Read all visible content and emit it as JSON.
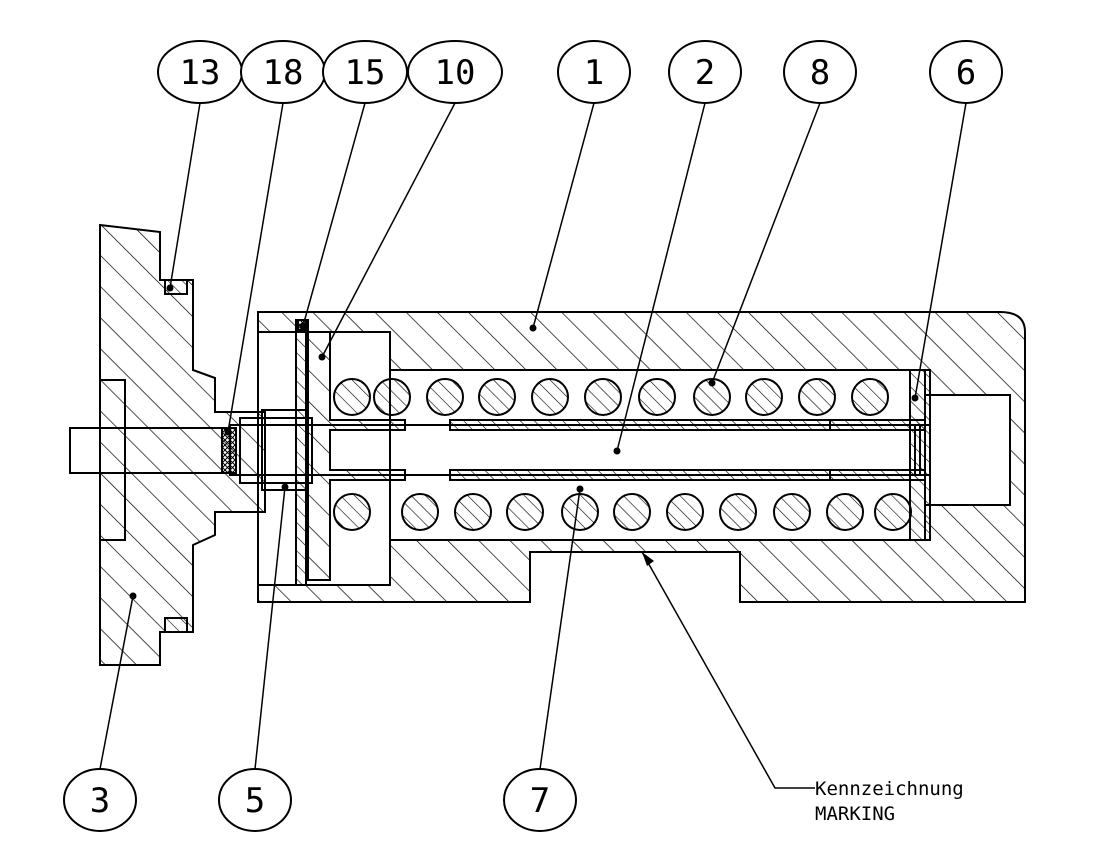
{
  "balloons": [
    {
      "id": "b13",
      "label": "13"
    },
    {
      "id": "b18",
      "label": "18"
    },
    {
      "id": "b15",
      "label": "15"
    },
    {
      "id": "b10",
      "label": "10"
    },
    {
      "id": "b1",
      "label": "1"
    },
    {
      "id": "b2",
      "label": "2"
    },
    {
      "id": "b8",
      "label": "8"
    },
    {
      "id": "b6",
      "label": "6"
    },
    {
      "id": "b3",
      "label": "3"
    },
    {
      "id": "b5",
      "label": "5"
    },
    {
      "id": "b7",
      "label": "7"
    }
  ],
  "note": {
    "line1": "Kennzeichnung",
    "line2": "MARKING"
  }
}
